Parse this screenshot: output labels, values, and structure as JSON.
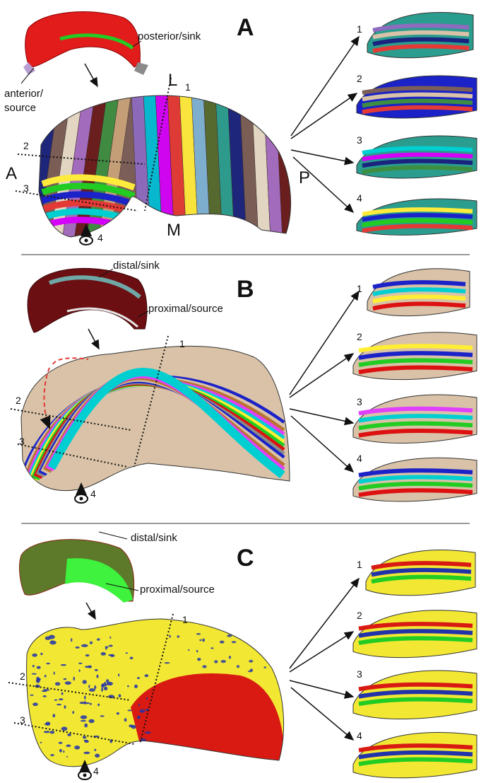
{
  "panels": [
    {
      "id": "A",
      "annotations": {
        "top_right": "posterior/sink",
        "left": "anterior/\nsource"
      },
      "axis": {
        "lateral": "L",
        "anterior": "A",
        "posterior": "P",
        "medial": "M"
      },
      "cuts": [
        "1",
        "2",
        "3",
        "4"
      ],
      "slices": [
        "1",
        "2",
        "3",
        "4"
      ]
    },
    {
      "id": "B",
      "annotations": {
        "top": "distal/sink",
        "right": "proximal/source"
      },
      "cuts": [
        "1",
        "2",
        "3",
        "4"
      ],
      "slices": [
        "1",
        "2",
        "3",
        "4"
      ]
    },
    {
      "id": "C",
      "annotations": {
        "top": "distal/sink",
        "right": "proximal/source"
      },
      "cuts": [
        "1",
        "2",
        "3",
        "4"
      ],
      "slices": [
        "1",
        "2",
        "3",
        "4"
      ]
    }
  ],
  "colors": {
    "A_stripes": [
      "#2a9d8f",
      "#1a237e",
      "#7b5e57",
      "#e8dcc8",
      "#a56cc1",
      "#6a1b1b",
      "#3e8e41",
      "#c8a27a",
      "#8e6bbf",
      "#00bcd4",
      "#d500f9",
      "#e53935",
      "#ffeb3b",
      "#7fb3d5",
      "#556b2f"
    ],
    "B_stripes": [
      "#1a22c8",
      "#d9c2a7",
      "#b87333",
      "#e040fb",
      "#00cfd1",
      "#ffee33",
      "#22cc22",
      "#dd1111",
      "#8a8a8a"
    ],
    "C_main": "#f2e834",
    "C_red": "#d91a12",
    "C_blue": "#2233aa",
    "C_green": "#22cc22",
    "A_top_red": "#e21b1b",
    "B_top_dark": "#6b0f12",
    "B_top_teal": "#6fa7a7"
  }
}
